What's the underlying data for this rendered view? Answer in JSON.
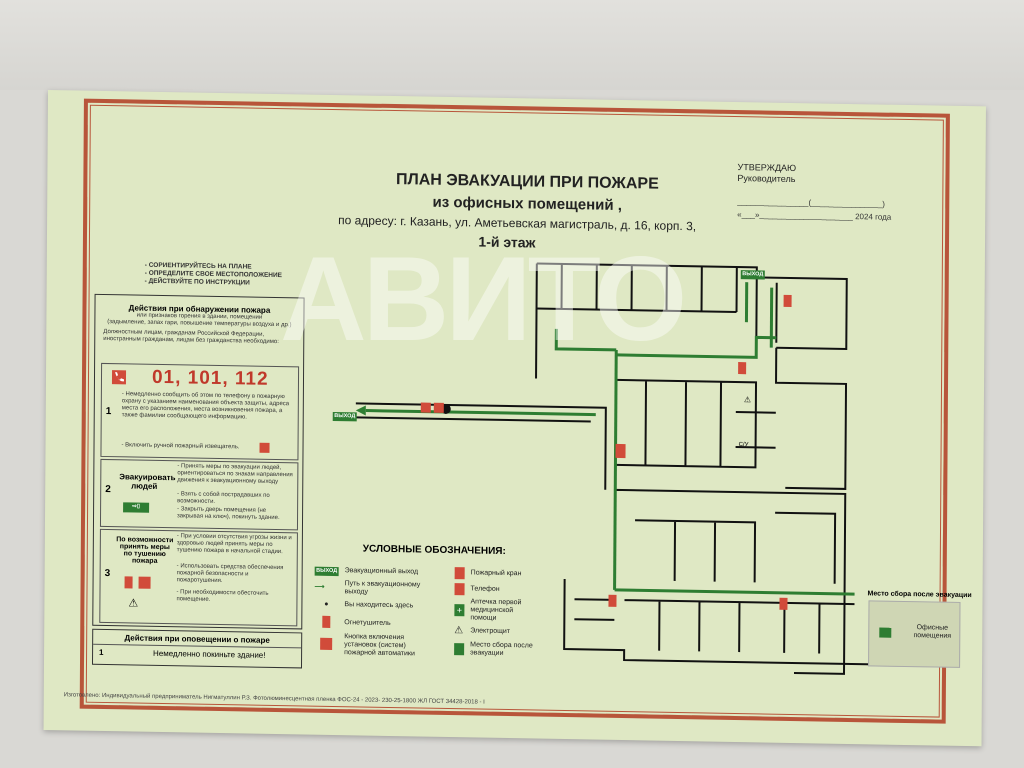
{
  "title": {
    "line1": "ПЛАН ЭВАКУАЦИИ ПРИ ПОЖАРЕ",
    "line2": "из офисных  помещений ,",
    "line3": "по адресу: г. Казань, ул. Аметьевская магистраль, д. 16, корп. 3,",
    "floor": "1-й этаж"
  },
  "approval": {
    "label1": "УТВЕРЖДАЮ",
    "label2": "Руководитель",
    "sign_line": "________________(________________)",
    "date_line": "«___»_____________________ 2024 года"
  },
  "orientation": [
    "- СОРИЕНТИРУЙТЕСЬ НА ПЛАНЕ",
    "- ОПРЕДЕЛИТЕ СВОЕ МЕСТОПОЛОЖЕНИЕ",
    "- ДЕЙСТВУЙТЕ ПО ИНСТРУКЦИИ"
  ],
  "actions": {
    "header": "Действия при обнаружении пожара",
    "subheader": "или признаков горения в здании, помещении",
    "subheader2": "(задымление, запах гари, повышение температуры воздуха и др.)",
    "persons": "Должностным лицам, гражданам Российской Федерации, иностранным гражданам, лицам без гражданства необходимо:",
    "phone": "01, 101, 112",
    "step1": {
      "num": "1",
      "text": "- Немедленно сообщить об этом по телефону в пожарную охрану с указанием наименования объекта защиты, адреса места его расположения, места возникновения пожара, а также фамилии сообщающего информацию.",
      "text2": "- Включить ручной пожарный извещатель."
    },
    "step2": {
      "num": "2",
      "label": "Эвакуировать людей",
      "text": "- Принять меры по эвакуации людей, ориентироваться по знакам направления движения к эвакуационному выходу",
      "text2": "- Взять с собой пострадавших по возможности.",
      "text3": "- Закрыть дверь помещения (не закрывая на ключ), покинуть здание."
    },
    "step3": {
      "num": "3",
      "label": "По возможности принять меры по тушению пожара",
      "text": "- При условии отсутствия угрозы жизни и здоровью людей принять меры по тушению пожара в начальной стадии.",
      "text2": "- Использовать средства обеспечения пожарной безопасности и пожаротушения.",
      "text3": "- При необходимости обесточить помещение."
    }
  },
  "alert": {
    "header": "Действия при оповещении о пожаре",
    "num": "1",
    "text": "Немедленно покиньте здание!"
  },
  "legend": {
    "title": "УСЛОВНЫЕ ОБОЗНАЧЕНИЯ:",
    "items": [
      {
        "sym": "ВЫХОД",
        "label": "Эвакуационный выход"
      },
      {
        "sym": "arrow",
        "label": "Путь к эвакуационному выходу"
      },
      {
        "sym": "dot",
        "label": "Вы находитесь здесь"
      },
      {
        "sym": "ext",
        "label": "Огнетушитель"
      },
      {
        "sym": "btn",
        "label": "Кнопка включения установок (систем) пожарной автоматики"
      }
    ],
    "items2": [
      {
        "sym": "hyd",
        "label": "Пожарный кран"
      },
      {
        "sym": "tel",
        "label": "Телефон"
      },
      {
        "sym": "aid",
        "label": "Аптечка первой медицинской помощи"
      },
      {
        "sym": "elec",
        "label": "Электрощит"
      },
      {
        "sym": "gath",
        "label": "Место сбора после эвакуации"
      }
    ]
  },
  "plan_labels": {
    "exit_left": "ВЫХОД",
    "exit_top": "ВЫХОД",
    "room_cu": "С/У"
  },
  "gathering": {
    "title": "Место сбора после эвакуации",
    "label": "Офисные помещения"
  },
  "footer": "Изготовлено: Индивидуальный предприниматель Нигматуллин Р.З. Фотолюминесцентная пленка ФОС-24 - 2023- 230-25-1800 ЖЛ ГОСТ 34428-2018 - I",
  "watermark": "АВИТО",
  "colors": {
    "frame": "#b8553a",
    "green": "#2e7d32",
    "red": "#d14b3a",
    "board": "#dfe8c4"
  }
}
